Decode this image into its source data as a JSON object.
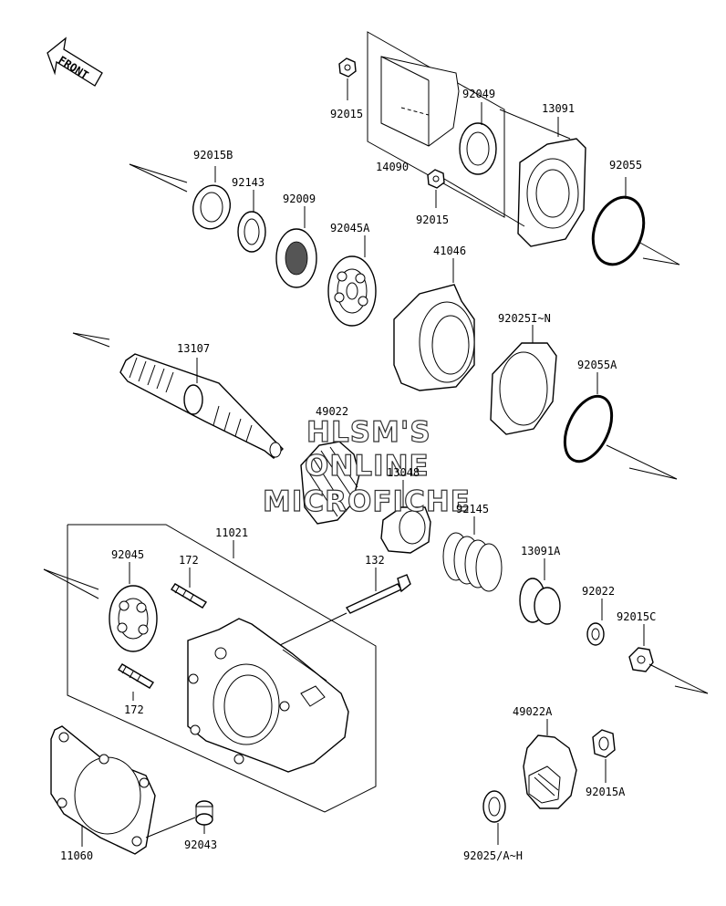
{
  "front_label": "FRONT",
  "watermark": {
    "line1": "HLSM'S",
    "line2": "ONLINE",
    "line3": "MICROFICHE"
  },
  "parts": {
    "p92015_top": "92015",
    "p92049": "92049",
    "p13091": "13091",
    "p14090": "14090",
    "p92015_mid": "92015",
    "p92055": "92055",
    "p92015B": "92015B",
    "p92143": "92143",
    "p92009": "92009",
    "p92045A": "92045A",
    "p41046": "41046",
    "p92025I": "92025I~N",
    "p13107": "13107",
    "p92055A": "92055A",
    "p49022": "49022",
    "p13048": "13048",
    "p92145": "92145",
    "p11021": "11021",
    "p13091A": "13091A",
    "p92045": "92045",
    "p172_top": "172",
    "p132": "132",
    "p92022": "92022",
    "p92015C": "92015C",
    "p172_bot": "172",
    "p49022A": "49022A",
    "p92015A": "92015A",
    "p11060": "11060",
    "p92043": "92043",
    "p92025AH": "92025/A~H"
  }
}
